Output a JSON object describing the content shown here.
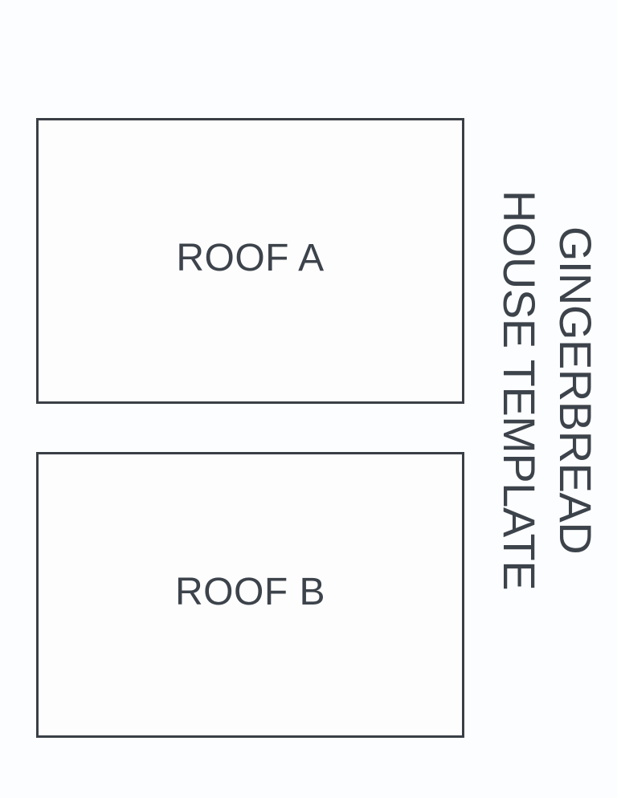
{
  "title": {
    "line1": "GINGERBREAD",
    "line2": "HOUSE TEMPLATE"
  },
  "pieces": [
    {
      "label": "ROOF A"
    },
    {
      "label": "ROOF B"
    }
  ],
  "colors": {
    "ink": "#3d434b",
    "piece_border": "#3a3f46",
    "background": "#fcfdfe"
  }
}
